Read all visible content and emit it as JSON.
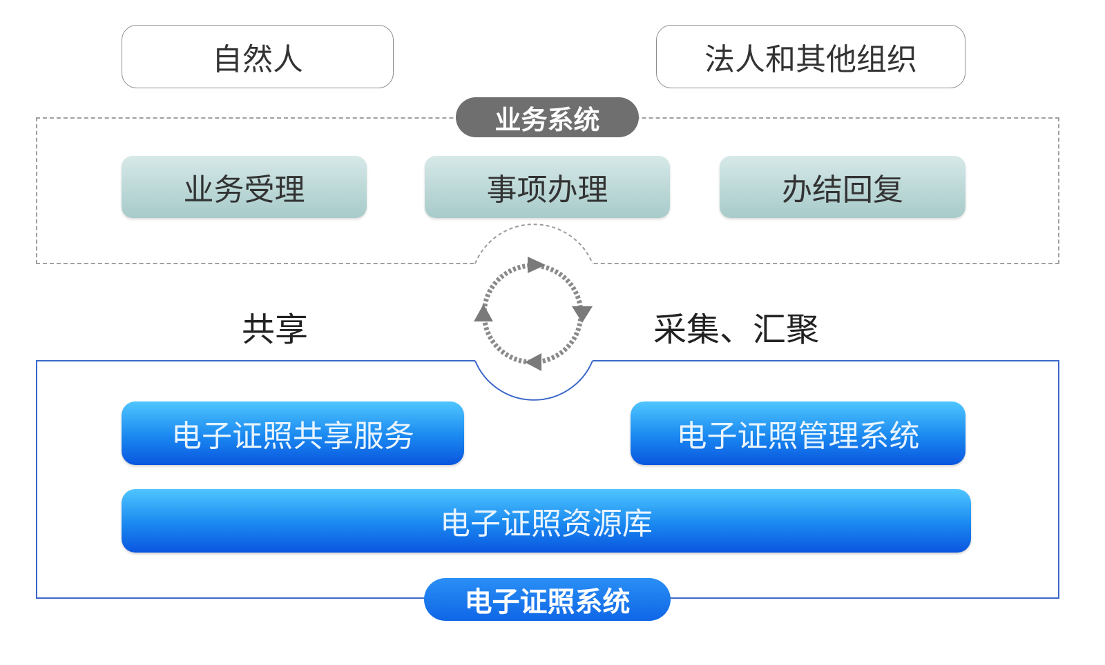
{
  "entities": {
    "natural_person": "自然人",
    "legal_entity": "法人和其他组织"
  },
  "business_system": {
    "title": "业务系统",
    "steps": [
      "业务受理",
      "事项办理",
      "办结回复"
    ]
  },
  "flow": {
    "left_label": "共享",
    "right_label": "采集、汇聚"
  },
  "ecert_system": {
    "title": "电子证照系统",
    "sharing_service": "电子证照共享服务",
    "management_system": "电子证照管理系统",
    "resource_library": "电子证照资源库"
  }
}
